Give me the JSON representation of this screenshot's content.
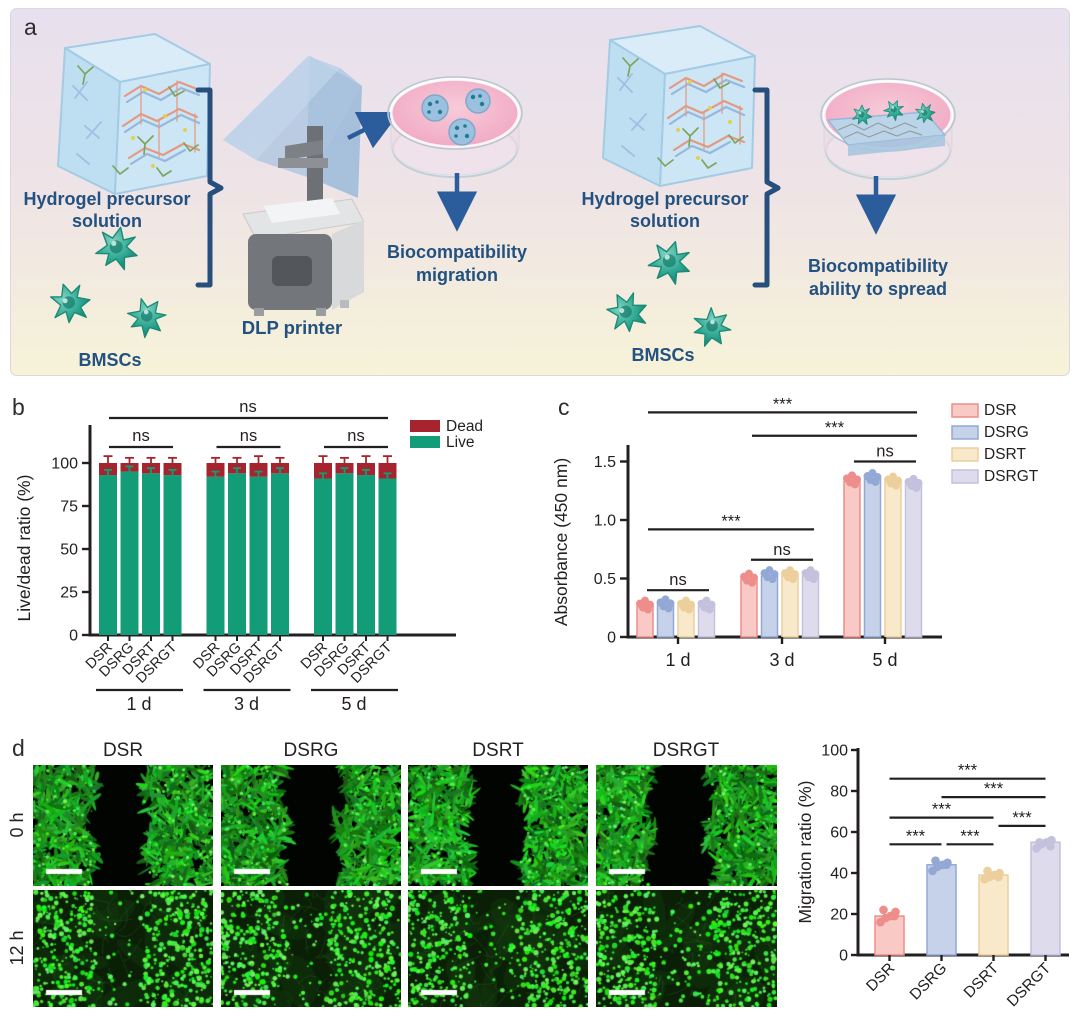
{
  "panel_a": {
    "letter": "a",
    "hydrogel_label": [
      "Hydrogel precursor",
      "solution"
    ],
    "bmscs_label": "BMSCs",
    "printer_label": "DLP printer",
    "caption_migration": [
      "Biocompatibility",
      "migration"
    ],
    "caption_spread": [
      "Biocompatibility",
      "ability to spread"
    ],
    "accent_text_color": "#235180",
    "arrow_color": "#2b5c9b"
  },
  "panel_b": {
    "letter": "b"
  },
  "panel_c": {
    "letter": "c"
  },
  "panel_d": {
    "letter": "d",
    "column_labels": [
      "DSR",
      "DSRG",
      "DSRT",
      "DSRGT"
    ],
    "row_labels": [
      "0 h",
      "12 h"
    ]
  },
  "chart_data": [
    {
      "type": "stacked-bar",
      "panel": "b",
      "ylabel": "Live/dead ratio (%)",
      "ylim": [
        0,
        115
      ],
      "yticks": [
        0,
        25,
        50,
        75,
        100
      ],
      "ytick_labels": [
        "0",
        "25",
        "50",
        "75",
        "100"
      ],
      "groups": [
        "1 d",
        "3 d",
        "5 d"
      ],
      "categories": [
        "DSR",
        "DSRG",
        "DSRT",
        "DSRGT"
      ],
      "series": [
        {
          "name": "Live",
          "color": "#129c77",
          "values": [
            [
              93,
              95,
              94,
              93
            ],
            [
              92,
              94,
              92,
              94
            ],
            [
              91,
              94,
              93,
              91
            ]
          ]
        },
        {
          "name": "Dead",
          "color": "#a5242e",
          "values": [
            [
              7,
              5,
              6,
              7
            ],
            [
              8,
              6,
              8,
              6
            ],
            [
              9,
              6,
              7,
              9
            ]
          ]
        }
      ],
      "error_bars": {
        "size": [
          [
            4,
            3,
            3,
            3
          ],
          [
            3,
            3,
            4,
            3
          ],
          [
            4,
            3,
            4,
            4
          ]
        ]
      },
      "legend": [
        "Dead",
        "Live"
      ],
      "annotations": {
        "overall": "ns",
        "per_group": [
          "ns",
          "ns",
          "ns"
        ]
      }
    },
    {
      "type": "grouped-bar",
      "panel": "c",
      "ylabel": "Absorbance (450 nm)",
      "ylim": [
        0,
        1.9
      ],
      "yticks": [
        0,
        0.5,
        1.0,
        1.5
      ],
      "ytick_labels": [
        "0",
        "0.5",
        "1.0",
        "1.5"
      ],
      "groups": [
        "1 d",
        "3 d",
        "5 d"
      ],
      "series": [
        {
          "name": "DSR",
          "fill": "#f8c9c5",
          "edge": "#ee8e8b",
          "values": [
            0.26,
            0.49,
            1.33
          ]
        },
        {
          "name": "DSRG",
          "fill": "#c6d2e9",
          "edge": "#93a8d4",
          "values": [
            0.27,
            0.52,
            1.35
          ]
        },
        {
          "name": "DSRT",
          "fill": "#f7e9c9",
          "edge": "#eccf9d",
          "values": [
            0.26,
            0.52,
            1.32
          ]
        },
        {
          "name": "DSRGT",
          "fill": "#dedcec",
          "edge": "#c3c1dc",
          "values": [
            0.26,
            0.52,
            1.3
          ]
        }
      ],
      "significance": [
        {
          "text": "***",
          "a": 0,
          "b": 2,
          "y": 1.92
        },
        {
          "text": "***",
          "a": 1,
          "b": 2,
          "y": 1.72
        },
        {
          "text": "ns",
          "a": 2,
          "b": 2,
          "y": 1.5
        },
        {
          "text": "***",
          "a": 0,
          "b": 1,
          "y": 0.92
        },
        {
          "text": "ns",
          "a": 1,
          "b": 1,
          "y": 0.66
        },
        {
          "text": "ns",
          "a": 0,
          "b": 0,
          "y": 0.4
        }
      ]
    },
    {
      "type": "bar",
      "panel": "d",
      "ylabel": "Migration ratio (%)",
      "ylim": [
        0,
        100
      ],
      "yticks": [
        0,
        20,
        40,
        60,
        80,
        100
      ],
      "ytick_labels": [
        "0",
        "20",
        "40",
        "60",
        "80",
        "100"
      ],
      "categories": [
        "DSR",
        "DSRG",
        "DSRT",
        "DSRGT"
      ],
      "values": [
        19,
        44,
        39,
        55
      ],
      "points": [
        [
          16,
          18,
          19,
          21,
          22,
          19
        ],
        [
          41,
          43,
          44,
          45,
          46,
          44
        ],
        [
          37,
          38,
          39,
          40,
          41,
          38
        ],
        [
          52,
          54,
          55,
          56,
          55,
          53
        ]
      ],
      "fills": [
        "#f8c9c5",
        "#c6d2e9",
        "#f7e9c9",
        "#dedcec"
      ],
      "edges": [
        "#ee8e8b",
        "#93a8d4",
        "#eccf9d",
        "#c3c1dc"
      ],
      "sig": [
        {
          "text": "***",
          "a": 0,
          "b": 1,
          "y": 54,
          "x1off": 0
        },
        {
          "text": "***",
          "a": 1,
          "b": 2,
          "y": 54,
          "x1off": 5
        },
        {
          "text": "***",
          "a": 0,
          "b": 2,
          "y": 67,
          "x1off": 0
        },
        {
          "text": "***",
          "a": 2,
          "b": 3,
          "y": 63,
          "x1off": 5
        },
        {
          "text": "***",
          "a": 1,
          "b": 3,
          "y": 77,
          "x1off": 0
        },
        {
          "text": "***",
          "a": 0,
          "b": 3,
          "y": 86,
          "x1off": 0
        }
      ]
    }
  ]
}
